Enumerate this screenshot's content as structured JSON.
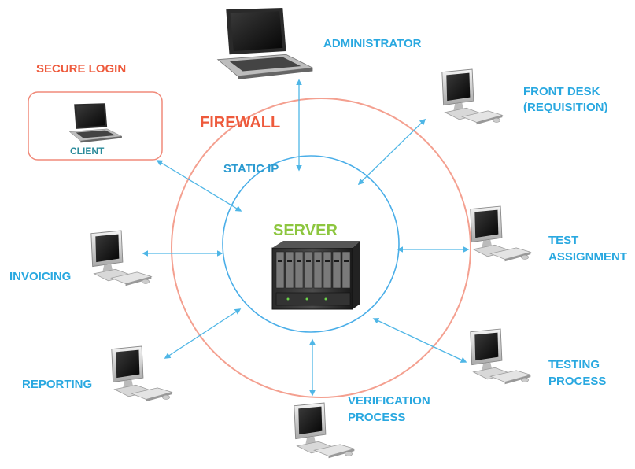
{
  "title": "",
  "center": {
    "server_label": "SERVER",
    "static_ip_label": "STATIC IP",
    "firewall_label": "FIREWALL"
  },
  "secure_login": {
    "title": "SECURE LOGIN",
    "client_label": "CLIENT"
  },
  "nodes": [
    {
      "id": "administrator",
      "lines": [
        "ADMINISTRATOR"
      ],
      "device": "laptop-icon"
    },
    {
      "id": "front-desk",
      "lines": [
        "FRONT DESK",
        "(REQUISITION)"
      ],
      "device": "desktop-computer-icon"
    },
    {
      "id": "test-assignment",
      "lines": [
        "TEST",
        "ASSIGNMENT"
      ],
      "device": "desktop-computer-icon"
    },
    {
      "id": "testing-process",
      "lines": [
        "TESTING",
        "PROCESS"
      ],
      "device": "desktop-computer-icon"
    },
    {
      "id": "verification-process",
      "lines": [
        "VERIFICATION",
        "PROCESS"
      ],
      "device": "desktop-computer-icon"
    },
    {
      "id": "reporting",
      "lines": [
        "REPORTING"
      ],
      "device": "desktop-computer-icon"
    },
    {
      "id": "invoicing",
      "lines": [
        "INVOICING"
      ],
      "device": "desktop-computer-icon"
    }
  ],
  "colors": {
    "node_label": "#29a8e0",
    "firewall": "#ee5a3c",
    "server": "#8dc63f",
    "inner_ring": "#4aaee8",
    "outer_ring": "#f4a090",
    "connector": "#4fb6e6",
    "client_label": "#2a8a9a"
  }
}
